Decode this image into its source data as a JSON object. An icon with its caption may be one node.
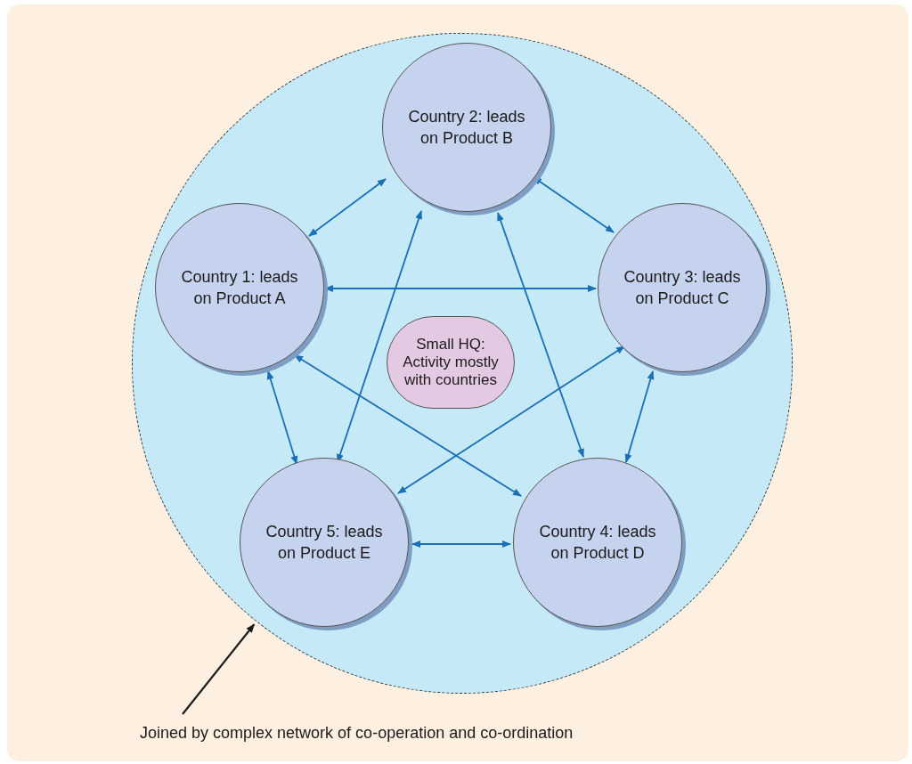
{
  "diagram": {
    "nodes": [
      {
        "text": [],
        "shape": "circle"
      },
      {
        "text": [
          "Country 2: leads on Product B"
        ],
        "in": 0
      },
      {
        "text": [
          "Country 1: leads on Product A"
        ],
        "in": 0
      },
      {
        "text": [
          "Country 3: leads on Product C"
        ],
        "in": 0
      },
      {
        "text": [
          "Small HQ: Activity mostly with countries"
        ],
        "in": 0
      },
      {
        "text": [
          "Country 5: leads on Product E"
        ],
        "in": 0
      },
      {
        "text": [
          "Country 4: leads on Product D"
        ],
        "in": 0
      },
      {
        "text": [
          "Joined by complex network of co-operation and co-ordination"
        ]
      }
    ],
    "edges": [
      {
        "from": 2,
        "to": 1,
        "arrow": "both"
      },
      {
        "from": 1,
        "to": 3,
        "arrow": "both"
      },
      {
        "from": 2,
        "to": 3,
        "arrow": "both"
      },
      {
        "from": 1,
        "to": 5,
        "arrow": "both"
      },
      {
        "from": 1,
        "to": 6,
        "arrow": "both"
      },
      {
        "from": 2,
        "to": 6,
        "arrow": "both"
      },
      {
        "from": 2,
        "to": 5,
        "arrow": "both"
      },
      {
        "from": 3,
        "to": 5,
        "arrow": "both"
      },
      {
        "from": 3,
        "to": 6,
        "arrow": "both"
      },
      {
        "from": 5,
        "to": 6,
        "arrow": "both"
      },
      {
        "from": 7,
        "to": 0,
        "arrow": "to",
        "color": "#1a1a1a"
      }
    ]
  }
}
